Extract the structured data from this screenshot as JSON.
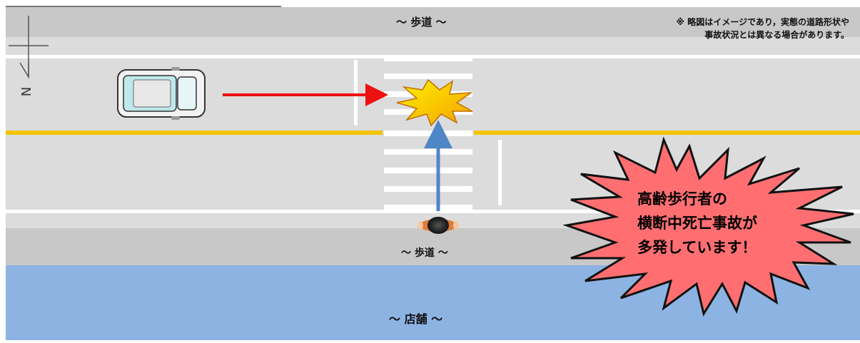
{
  "labels": {
    "sidewalk_top": "～ 歩道 ～",
    "sidewalk_bottom": "～ 歩道 ～",
    "shops": "～ 店舗 ～",
    "north": "N"
  },
  "disclaimer": {
    "line1": "※ 略図はイメージであり，実態の道路形状や",
    "line2": "事故状況とは異なる場合があります。"
  },
  "warning": {
    "line1": "高齢歩行者の",
    "line2": "横断中死亡事故が",
    "line3": "多発しています！"
  },
  "colors": {
    "road": "#dcdcdc",
    "sidewalk": "#c8c8c8",
    "shops": "#8db3e2",
    "center_line": "#f5c400",
    "lane_line": "#ffffff",
    "vehicle_arrow": "#ee1111",
    "pedestrian_arrow": "#4f86c6",
    "burst_fill": "#ff6f72",
    "impact_fill": "#ffe100"
  },
  "icons": [
    "car-icon",
    "pedestrian-icon",
    "impact-icon",
    "north-arrow-icon"
  ]
}
